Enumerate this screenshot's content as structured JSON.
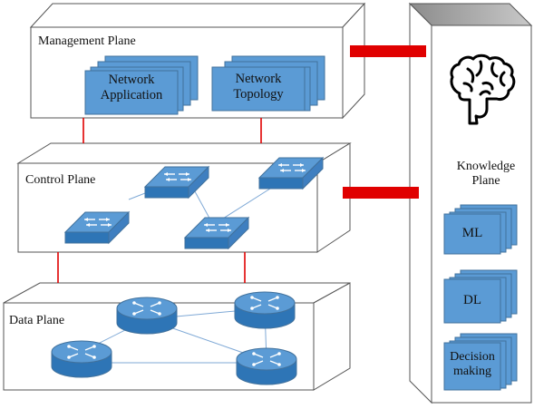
{
  "planes": {
    "management": {
      "label": "Management Plane"
    },
    "control": {
      "label": "Control Plane"
    },
    "data": {
      "label": "Data Plane"
    },
    "knowledge": {
      "label": "Knowledge\nPlane"
    }
  },
  "management_apps": [
    {
      "label": "Network\nApplication"
    },
    {
      "label": "Network\nTopology"
    }
  ],
  "knowledge_items": [
    {
      "label": "ML"
    },
    {
      "label": "DL"
    },
    {
      "label": "Decision\nmaking"
    }
  ],
  "icons": {
    "knowledge": "brain-icon",
    "switch": "network-switch-icon",
    "router": "router-icon"
  },
  "colors": {
    "device_fill": "#5b9bd5",
    "device_side": "#2e75b6",
    "device_stroke": "#41719c",
    "connector": "#e00000",
    "link_line": "#7fa9d6",
    "box_stroke": "#555555",
    "knowledge_top": "#a6a6a6"
  }
}
